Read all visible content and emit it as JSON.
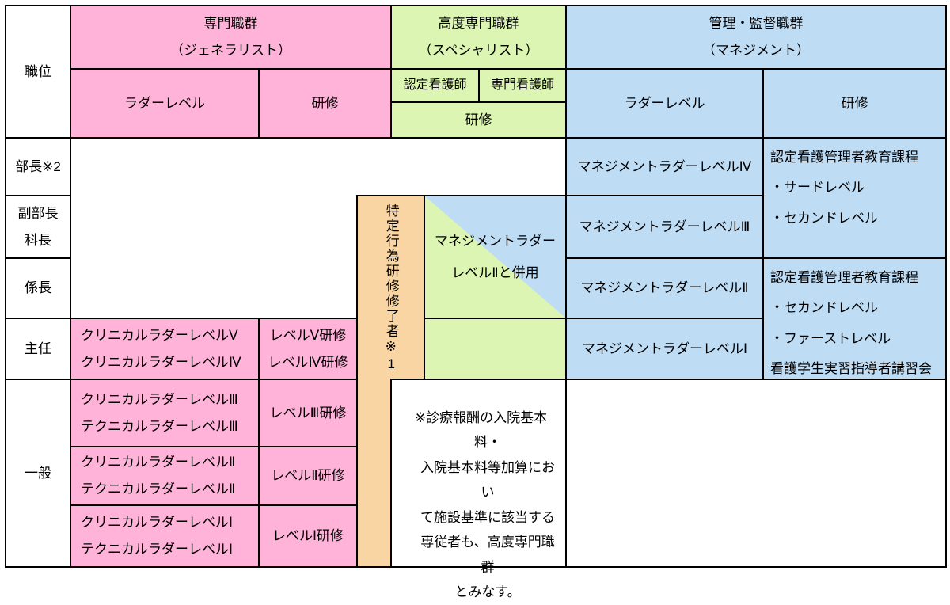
{
  "colors": {
    "pink": "#FFB3D9",
    "green": "#DCF5B2",
    "blue": "#BEDDF5",
    "orange": "#F9D5A3",
    "border": "#000000"
  },
  "header": {
    "position_label": "職位",
    "generalist": {
      "title": "専門職群\n（ジェネラリスト）",
      "ladder": "ラダーレベル",
      "training": "研修"
    },
    "specialist": {
      "title": "高度専門職群\n（スペシャリスト）",
      "certified_nurse": "認定看護師",
      "specialist_nurse": "専門看護師",
      "training": "研修"
    },
    "management": {
      "title": "管理・監督職群\n（マネジメント）",
      "ladder": "ラダーレベル",
      "training": "研修"
    }
  },
  "position_rows": {
    "director": "部長※2",
    "deputy_director": "副部長\n科長",
    "section_chief": "係長",
    "chief_nurse": "主任",
    "general_staff": "一般"
  },
  "generalist": {
    "rows": [
      {
        "ladder": "クリニカルラダーレベルⅤ\nクリニカルラダーレベルⅣ",
        "training": "レベルⅤ研修\nレベルⅣ研修"
      },
      {
        "ladder": "クリニカルラダーレベルⅢ\nテクニカルラダーレベルⅢ",
        "training": "レベルⅢ研修"
      },
      {
        "ladder": "クリニカルラダーレベルⅡ\nテクニカルラダーレベルⅡ",
        "training": "レベルⅡ研修"
      },
      {
        "ladder": "クリニカルラダーレベルⅠ\nテクニカルラダーレベルⅠ",
        "training": "レベルⅠ研修"
      }
    ]
  },
  "specialist": {
    "certified_practitioner": "特定行為研修修了者※1",
    "dual_use_note": "マネジメントラダー\nレベルⅡと併用",
    "footnote": "※診療報酬の入院基本料・\n入院基本料等加算におい\nて施設基準に該当する\n専従者も、高度専門職群\nとみなす。"
  },
  "management": {
    "ladders": [
      "マネジメントラダーレベルⅣ",
      "マネジメントラダーレベルⅢ",
      "マネジメントラダーレベルⅡ",
      "マネジメントラダーレベルⅠ"
    ],
    "training_upper": "認定看護管理者教育課程\n・サードレベル\n・セカンドレベル",
    "training_lower": "認定看護管理者教育課程\n・セカンドレベル\n・ファーストレベル\n看護学生実習指導者講習会"
  }
}
